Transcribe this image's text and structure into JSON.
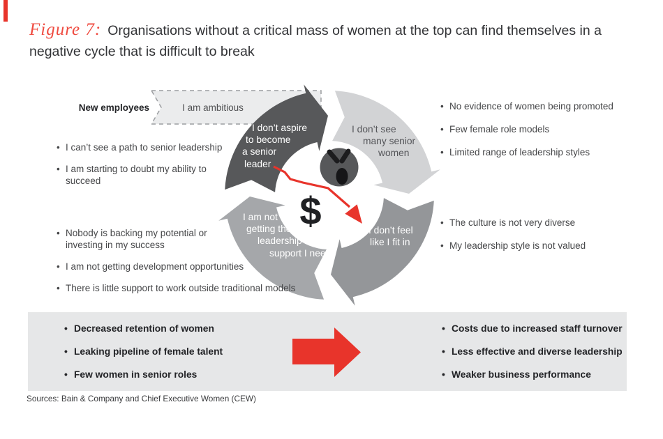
{
  "colors": {
    "red": "#e8342b",
    "figure_red": "#ef4b40",
    "dark_gray": "#57585a",
    "light_gray": "#d2d3d5",
    "mid_gray": "#949699",
    "soft_gray": "#a5a7aa",
    "box_bg": "#e6e7e8"
  },
  "header": {
    "figure_label": "Figure 7:",
    "title": "Organisations without a critical mass of women at the top can find themselves in a negative cycle that is difficult to break"
  },
  "diagram": {
    "new_employees_label": "New employees",
    "ambition_banner": "I am ambitious",
    "cycle_segments": [
      {
        "name": "aspire",
        "lines": [
          "I don’t aspire",
          "to become",
          "a senior",
          "leader"
        ]
      },
      {
        "name": "see",
        "lines": [
          "I don’t see",
          "many senior",
          "women"
        ]
      },
      {
        "name": "fit",
        "lines": [
          "I don’t feel",
          "like I fit in"
        ]
      },
      {
        "name": "support",
        "lines": [
          "I am not",
          "getting the",
          "leadership",
          "support I need"
        ]
      }
    ],
    "dollar_sign": "$",
    "notes_top_left": [
      "I can’t see a path to senior leadership",
      "I am starting to doubt my ability to succeed"
    ],
    "notes_bottom_left": [
      "Nobody is backing my potential or investing in my success",
      "I am not getting development opportunities",
      "There is little support to work outside traditional models"
    ],
    "notes_top_right": [
      "No evidence of women being promoted",
      "Few female role models",
      "Limited range of leadership styles"
    ],
    "notes_middle_right": [
      "The culture is not very diverse",
      "My leadership style is not valued"
    ]
  },
  "outcome_box": {
    "left_items": [
      "Decreased retention of women",
      "Leaking pipeline of female talent",
      "Few women in senior roles"
    ],
    "right_items": [
      "Costs due to increased staff turnover",
      "Less effective and diverse leadership",
      "Weaker business performance"
    ]
  },
  "source_line": "Sources: Bain & Company and Chief Executive Women (CEW)"
}
